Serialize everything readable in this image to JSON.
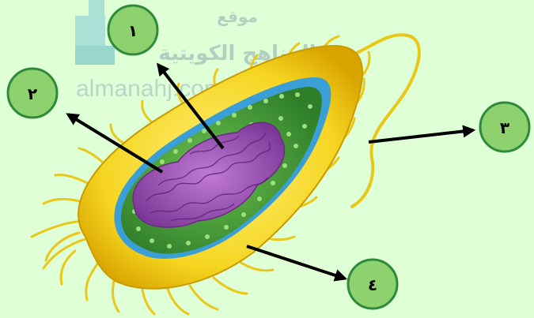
{
  "watermark": {
    "arabic_line1": "موقع",
    "arabic_line2": "المناهج الكويتية",
    "latin": "almanahj.com/kw"
  },
  "labels": [
    {
      "id": "label-1",
      "text": "١"
    },
    {
      "id": "label-2",
      "text": "٢"
    },
    {
      "id": "label-3",
      "text": "٣"
    },
    {
      "id": "label-4",
      "text": "٤"
    }
  ],
  "colors": {
    "background": "#dfffd6",
    "label_fill": "#8ed16f",
    "label_stroke": "#2e8b3a",
    "arrow": "#000000",
    "cell_wall": "#f2d21e",
    "cytoplasm": "#4fa83d",
    "nucleoid": "#9b4fb3",
    "membrane": "#3a9fd6"
  }
}
